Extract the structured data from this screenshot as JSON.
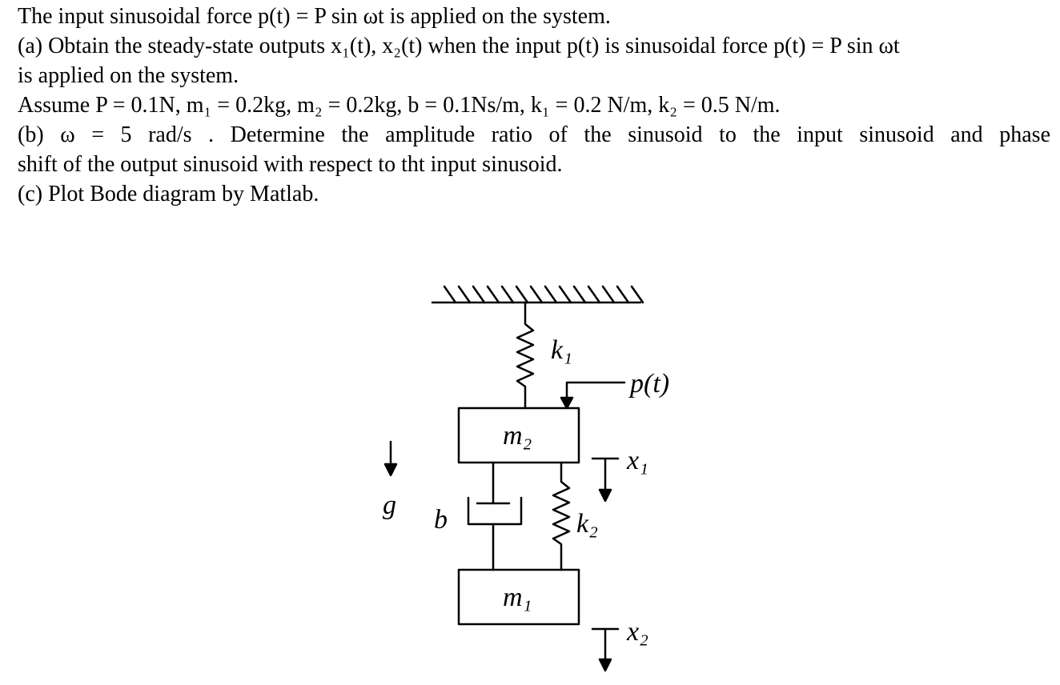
{
  "problem": {
    "lines": [
      "The input sinusoidal force  p(t) = P sin ωt  is applied on the system.",
      "(a) Obtain the steady-state outputs x₁(t), x₂(t) when the input p(t) is sinusoidal force  p(t) = P sin ωt",
      "is applied on the system.",
      "Assume P = 0.1N, m₁ = 0.2kg, m₂ = 0.2kg, b = 0.1Ns/m,  k₁ = 0.2 N/m, k₂ = 0.5 N/m.",
      "(b) ω = 5 rad/s . Determine the amplitude ratio of the sinusoid to the input sinusoid and phase",
      "shift of the output sinusoid with respect to tht input sinusoid.",
      "(c) Plot Bode diagram by Matlab."
    ]
  },
  "diagram": {
    "labels": {
      "k1": "k₁",
      "k2": "k₂",
      "force": "p(t)",
      "m2": "m₂",
      "m1": "m₁",
      "x1": "x₁",
      "x2": "x₂",
      "gravity": "g",
      "damper": "b"
    }
  }
}
